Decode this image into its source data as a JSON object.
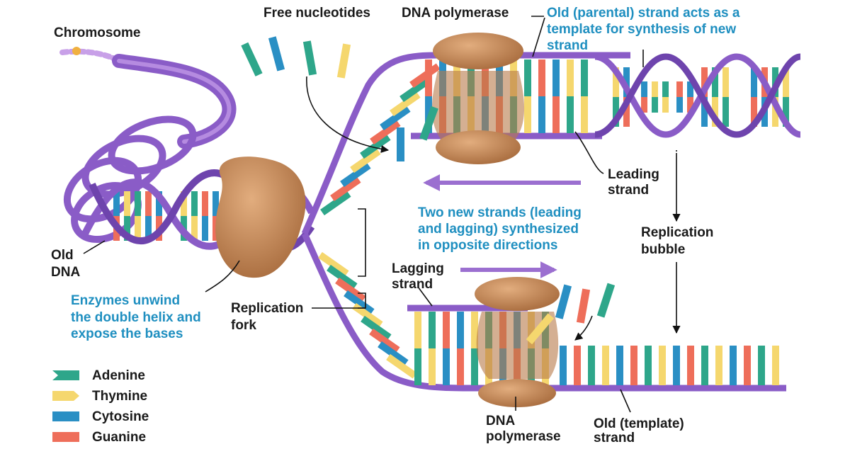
{
  "labels": {
    "chromosome": "Chromosome",
    "free_nucleotides": "Free nucleotides",
    "dna_polymerase_top": "DNA polymerase",
    "old_parental_1": "Old (parental) strand acts as a",
    "old_parental_2": "template for synthesis of new",
    "old_parental_3": "strand",
    "leading_1": "Leading",
    "leading_2": "strand",
    "two_new_1": "Two new strands (leading",
    "two_new_2": "and lagging) synthesized",
    "two_new_3": "in opposite directions",
    "replication_bubble_1": "Replication",
    "replication_bubble_2": "bubble",
    "old_dna_1": "Old",
    "old_dna_2": "DNA",
    "enzymes_1": "Enzymes unwind",
    "enzymes_2": "the double helix and",
    "enzymes_3": "expose the bases",
    "replication_fork_1": "Replication",
    "replication_fork_2": "fork",
    "lagging_1": "Lagging",
    "lagging_2": "strand",
    "dna_polymerase_bottom_1": "DNA",
    "dna_polymerase_bottom_2": "polymerase",
    "old_template_1": "Old (template)",
    "old_template_2": "strand"
  },
  "legend": [
    {
      "name": "Adenine",
      "color": "#2ea68a"
    },
    {
      "name": "Thymine",
      "color": "#f5d76e"
    },
    {
      "name": "Cytosine",
      "color": "#2a8fc4"
    },
    {
      "name": "Guanine",
      "color": "#ee6e5a"
    }
  ],
  "colors": {
    "backbone": "#8a5cc7",
    "backbone_dark": "#5e3a95",
    "enzyme": "#c48a5a",
    "label_blue": "#1f8fc0",
    "arrow_purple": "#9b6fd0"
  }
}
